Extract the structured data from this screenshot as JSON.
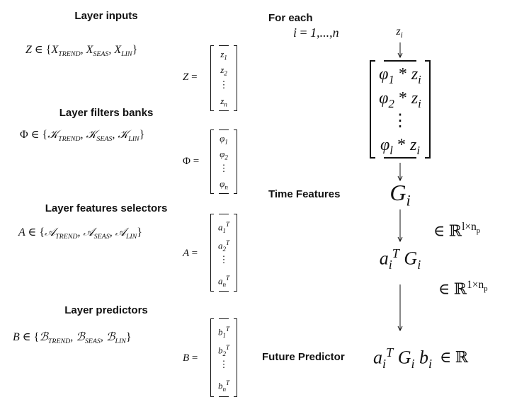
{
  "sections": {
    "layer_inputs": {
      "heading": "Layer inputs",
      "definition": "Z ∈ {X_TREND, X_SEAS, X_LIN}",
      "equation_label": "Z =",
      "vector": [
        "z_1",
        "z_2",
        "⋮",
        "z_n"
      ]
    },
    "layer_filter_banks": {
      "heading": "Layer filters banks",
      "definition": "Φ ∈ {𝒦_TREND, 𝒦_SEAS, 𝒦_LIN}",
      "equation_label": "Φ =",
      "vector": [
        "φ_1",
        "φ_2",
        "⋮",
        "φ_n"
      ]
    },
    "layer_feature_selectors": {
      "heading": "Layer features selectors",
      "definition": "A ∈ {𝒜_TREND, 𝒜_SEAS, 𝒜_LIN}",
      "equation_label": "A =",
      "vector": [
        "a_1^T",
        "a_2^T",
        "⋮",
        "a_n^T"
      ]
    },
    "layer_predictors": {
      "heading": "Layer predictors",
      "definition": "B ∈ {ℬ_TREND, ℬ_SEAS, ℬ_LIN}",
      "equation_label": "B =",
      "vector": [
        "b_1^T",
        "b_2^T",
        "⋮",
        "b_n^T"
      ]
    }
  },
  "pipeline": {
    "for_each_heading": "For each",
    "index_range": "i = 1,...,n",
    "input_symbol": "z_i",
    "convolution_vector": [
      "φ_1 * z_i",
      "φ_2 * z_i",
      "⋮",
      "φ_l * z_i"
    ],
    "time_features_label": "Time Features",
    "time_features_symbol": "G_i",
    "time_features_space": "∈ ℝ^(l×n_p)",
    "selected_features_symbol": "a_i^T G_i",
    "selected_features_space": "∈ ℝ^(1×n_p)",
    "future_predictor_label": "Future Predictor",
    "future_predictor_expression": "a_i^T G_i b_i",
    "future_predictor_space": "∈ ℝ"
  },
  "colors": {
    "text": "#111111",
    "background": "#ffffff"
  }
}
